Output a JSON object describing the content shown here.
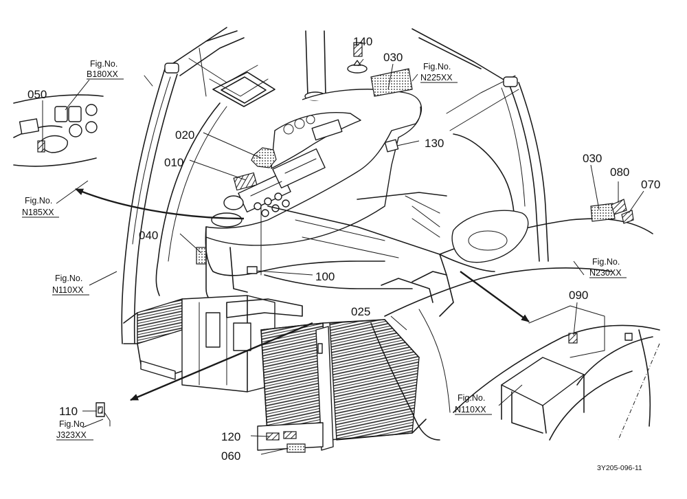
{
  "part_labels": [
    "140",
    "030",
    "050",
    "020",
    "010",
    "130",
    "030",
    "080",
    "070",
    "040",
    "100",
    "025",
    "090",
    "110",
    "120",
    "060"
  ],
  "figure_refs": [
    {
      "prefix": "Fig.No.",
      "code": "B180XX"
    },
    {
      "prefix": "Fig.No.",
      "code": "N225XX"
    },
    {
      "prefix": "Fig.No.",
      "code": "N185XX"
    },
    {
      "prefix": "Fig.No.",
      "code": "N230XX"
    },
    {
      "prefix": "Fig.No.",
      "code": "N110XX"
    },
    {
      "prefix": "Fig.No.",
      "code": "N110XX"
    },
    {
      "prefix": "Fig.No.",
      "code": "J323XX"
    }
  ],
  "drawing_code": "3Y205-096-11"
}
